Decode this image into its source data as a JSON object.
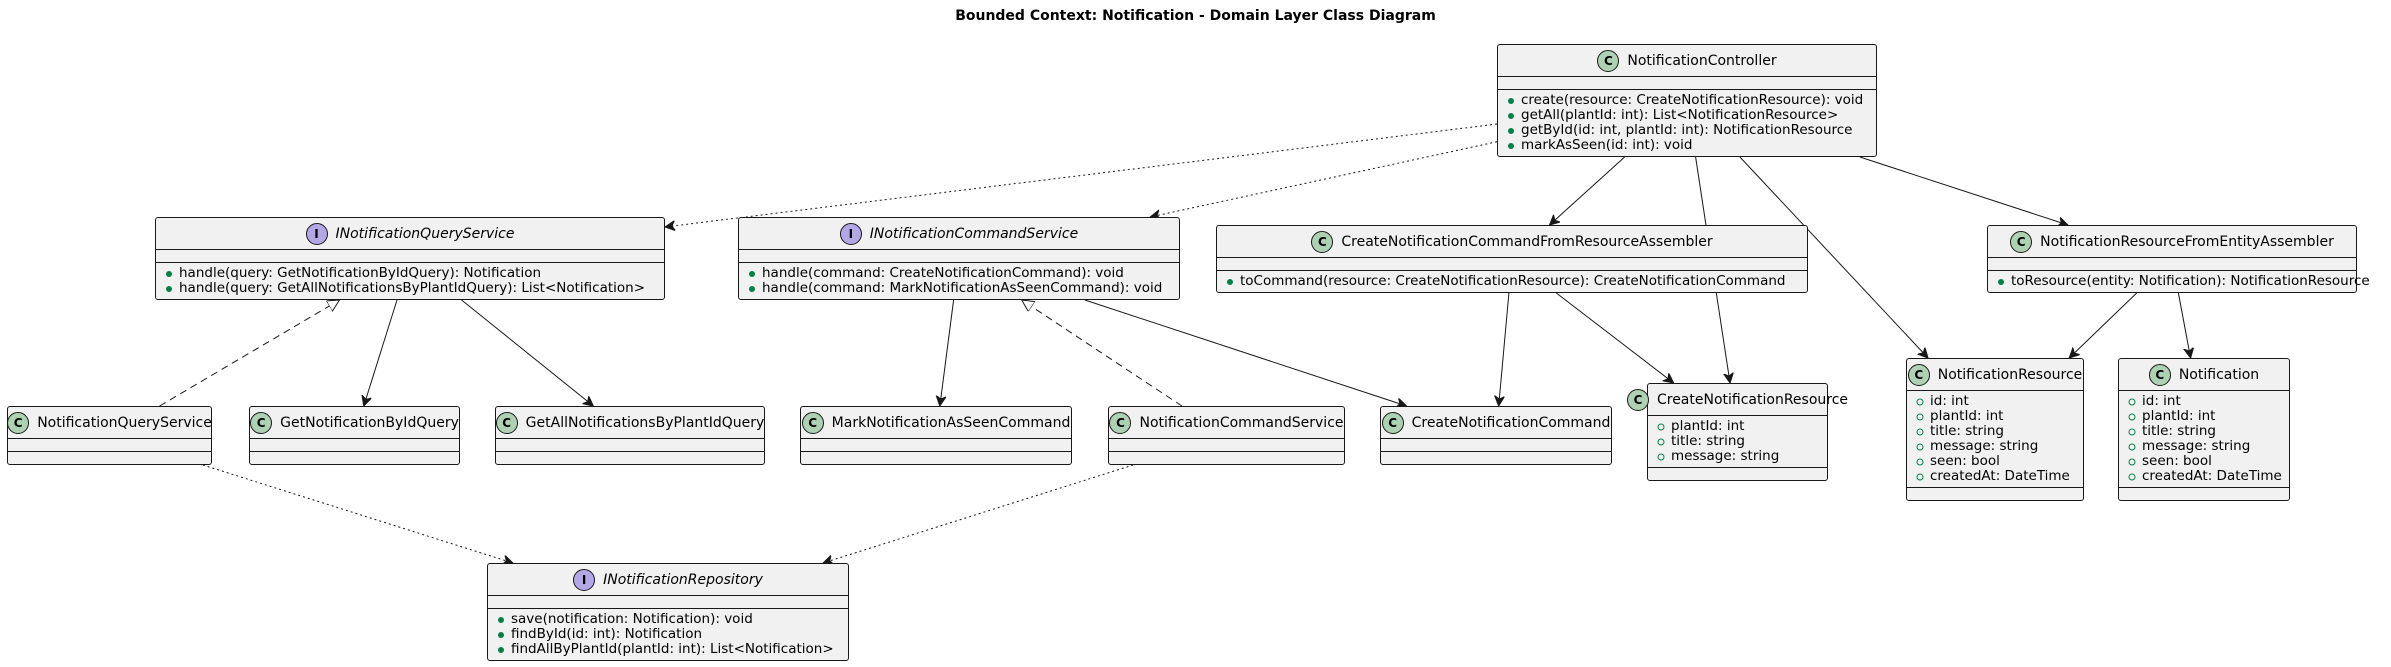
{
  "title": "Bounded Context: Notification - Domain Layer Class Diagram",
  "colors": {
    "class_badge": "#add1b2",
    "interface_badge": "#b4a7e5",
    "box_fill": "#f1f1f1",
    "line": "#181818",
    "public_member": "#038048"
  },
  "classes": [
    {
      "id": "controller",
      "kind": "class",
      "badge": "C",
      "name": "NotificationController",
      "fields": [],
      "methods": [
        "create(resource: CreateNotificationResource): void",
        "getAll(plantId: int): List<NotificationResource>",
        "getById(id: int, plantId: int): NotificationResource",
        "markAsSeen(id: int): void"
      ]
    },
    {
      "id": "iquery",
      "kind": "interface",
      "badge": "I",
      "name": "INotificationQueryService",
      "fields": [],
      "methods": [
        "handle(query: GetNotificationByIdQuery): Notification",
        "handle(query: GetAllNotificationsByPlantIdQuery): List<Notification>"
      ]
    },
    {
      "id": "icommand",
      "kind": "interface",
      "badge": "I",
      "name": "INotificationCommandService",
      "fields": [],
      "methods": [
        "handle(command: CreateNotificationCommand): void",
        "handle(command: MarkNotificationAsSeenCommand): void"
      ]
    },
    {
      "id": "createasm",
      "kind": "class",
      "badge": "C",
      "name": "CreateNotificationCommandFromResourceAssembler",
      "fields": [],
      "methods": [
        "toCommand(resource: CreateNotificationResource): CreateNotificationCommand"
      ]
    },
    {
      "id": "resasm",
      "kind": "class",
      "badge": "C",
      "name": "NotificationResourceFromEntityAssembler",
      "fields": [],
      "methods": [
        "toResource(entity: Notification): NotificationResource"
      ]
    },
    {
      "id": "queryservice",
      "kind": "class",
      "badge": "C",
      "name": "NotificationQueryService",
      "fields": [],
      "methods": []
    },
    {
      "id": "getbyid",
      "kind": "class",
      "badge": "C",
      "name": "GetNotificationByIdQuery",
      "fields": [],
      "methods": []
    },
    {
      "id": "getall",
      "kind": "class",
      "badge": "C",
      "name": "GetAllNotificationsByPlantIdQuery",
      "fields": [],
      "methods": []
    },
    {
      "id": "markseen",
      "kind": "class",
      "badge": "C",
      "name": "MarkNotificationAsSeenCommand",
      "fields": [],
      "methods": []
    },
    {
      "id": "commandservice",
      "kind": "class",
      "badge": "C",
      "name": "NotificationCommandService",
      "fields": [],
      "methods": []
    },
    {
      "id": "createcmd",
      "kind": "class",
      "badge": "C",
      "name": "CreateNotificationCommand",
      "fields": [],
      "methods": []
    },
    {
      "id": "createres",
      "kind": "class",
      "badge": "C",
      "name": "CreateNotificationResource",
      "fields": [
        "plantId: int",
        "title: string",
        "message: string"
      ],
      "methods": []
    },
    {
      "id": "notifres",
      "kind": "class",
      "badge": "C",
      "name": "NotificationResource",
      "fields": [
        "id: int",
        "plantId: int",
        "title: string",
        "message: string",
        "seen: bool",
        "createdAt: DateTime"
      ],
      "methods": []
    },
    {
      "id": "notification",
      "kind": "class",
      "badge": "C",
      "name": "Notification",
      "fields": [
        "id: int",
        "plantId: int",
        "title: string",
        "message: string",
        "seen: bool",
        "createdAt: DateTime"
      ],
      "methods": []
    },
    {
      "id": "irepo",
      "kind": "interface",
      "badge": "I",
      "name": "INotificationRepository",
      "fields": [],
      "methods": [
        "save(notification: Notification): void",
        "findById(id: int): Notification",
        "findAllByPlantId(plantId: int): List<Notification>"
      ]
    }
  ],
  "relations": [
    {
      "from": "controller",
      "to": "iquery",
      "type": "dependency"
    },
    {
      "from": "controller",
      "to": "icommand",
      "type": "dependency"
    },
    {
      "from": "controller",
      "to": "createasm",
      "type": "association"
    },
    {
      "from": "controller",
      "to": "createres",
      "type": "association"
    },
    {
      "from": "controller",
      "to": "notifres",
      "type": "association"
    },
    {
      "from": "controller",
      "to": "resasm",
      "type": "association"
    },
    {
      "from": "queryservice",
      "to": "iquery",
      "type": "realization"
    },
    {
      "from": "iquery",
      "to": "getbyid",
      "type": "association"
    },
    {
      "from": "iquery",
      "to": "getall",
      "type": "association"
    },
    {
      "from": "icommand",
      "to": "markseen",
      "type": "association"
    },
    {
      "from": "commandservice",
      "to": "icommand",
      "type": "realization"
    },
    {
      "from": "icommand",
      "to": "createcmd",
      "type": "association"
    },
    {
      "from": "createasm",
      "to": "createcmd",
      "type": "association"
    },
    {
      "from": "createasm",
      "to": "createres",
      "type": "association"
    },
    {
      "from": "resasm",
      "to": "notifres",
      "type": "association"
    },
    {
      "from": "resasm",
      "to": "notification",
      "type": "association"
    },
    {
      "from": "queryservice",
      "to": "irepo",
      "type": "dependency"
    },
    {
      "from": "commandservice",
      "to": "irepo",
      "type": "dependency"
    }
  ]
}
